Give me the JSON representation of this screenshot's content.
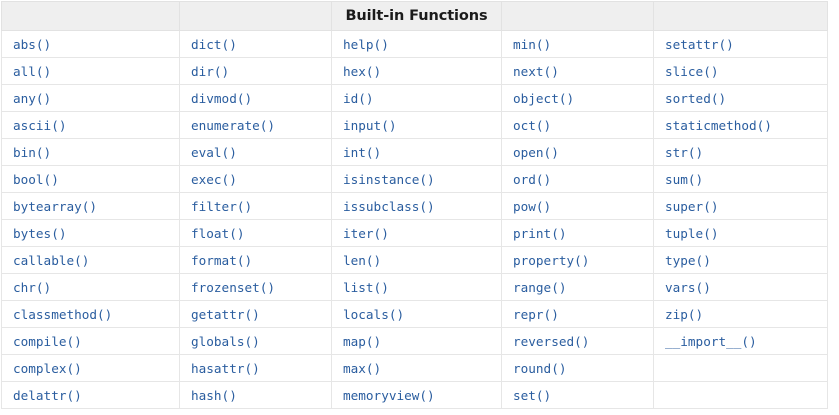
{
  "table": {
    "title": "Built-in Functions",
    "title_column_index": 2,
    "header_cells": [
      "",
      "",
      "Built-in Functions",
      "",
      ""
    ],
    "columns": 5,
    "rows": [
      [
        "abs()",
        "dict()",
        "help()",
        "min()",
        "setattr()"
      ],
      [
        "all()",
        "dir()",
        "hex()",
        "next()",
        "slice()"
      ],
      [
        "any()",
        "divmod()",
        "id()",
        "object()",
        "sorted()"
      ],
      [
        "ascii()",
        "enumerate()",
        "input()",
        "oct()",
        "staticmethod()"
      ],
      [
        "bin()",
        "eval()",
        "int()",
        "open()",
        "str()"
      ],
      [
        "bool()",
        "exec()",
        "isinstance()",
        "ord()",
        "sum()"
      ],
      [
        "bytearray()",
        "filter()",
        "issubclass()",
        "pow()",
        "super()"
      ],
      [
        "bytes()",
        "float()",
        "iter()",
        "print()",
        "tuple()"
      ],
      [
        "callable()",
        "format()",
        "len()",
        "property()",
        "type()"
      ],
      [
        "chr()",
        "frozenset()",
        "list()",
        "range()",
        "vars()"
      ],
      [
        "classmethod()",
        "getattr()",
        "locals()",
        "repr()",
        "zip()"
      ],
      [
        "compile()",
        "globals()",
        "map()",
        "reversed()",
        "__import__()"
      ],
      [
        "complex()",
        "hasattr()",
        "max()",
        "round()",
        ""
      ],
      [
        "delattr()",
        "hash()",
        "memoryview()",
        "set()",
        ""
      ]
    ]
  },
  "colors": {
    "link_text": "#2a5d9f",
    "header_background": "#efefef",
    "header_text": "#1b1b1b",
    "border": "#e3e3e3",
    "page_background": "#ffffff"
  }
}
